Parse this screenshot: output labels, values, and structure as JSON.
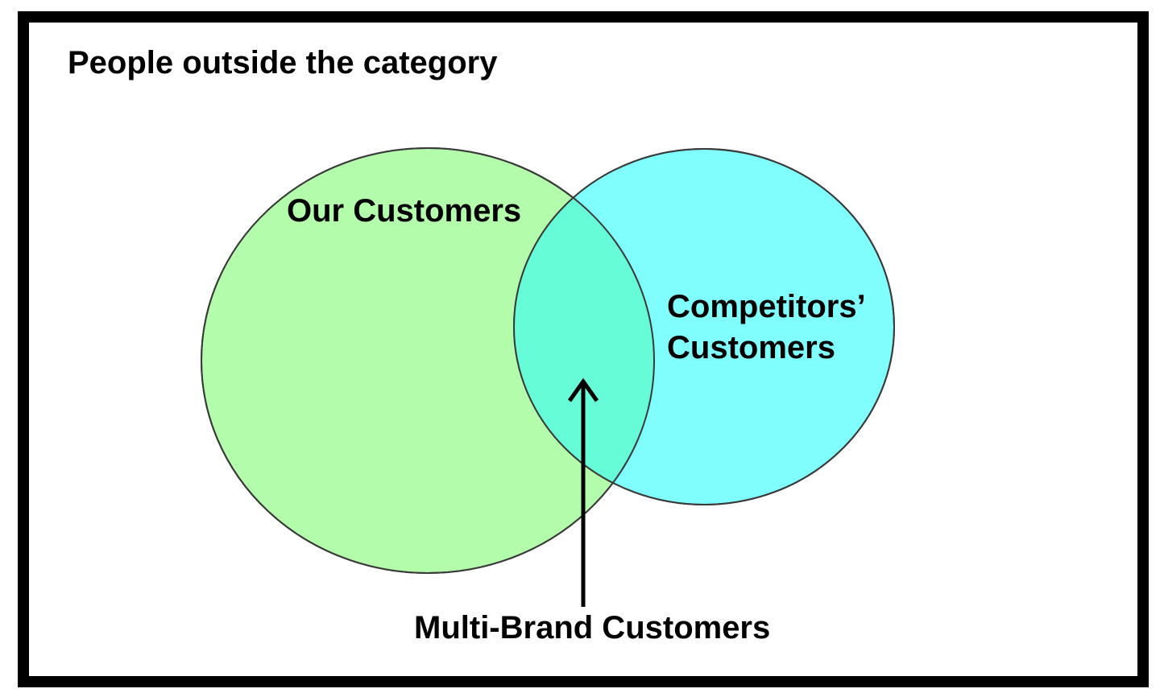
{
  "diagram": {
    "outside_label": "People outside the category",
    "sets": [
      {
        "id": "ours",
        "label": "Our Customers",
        "fill": "#b2fcab"
      },
      {
        "id": "competitors",
        "label_line1": "Competitors’",
        "label_line2": "Customers",
        "fill": "#80fdfd"
      }
    ],
    "intersection": {
      "label": "Multi-Brand Customers",
      "fill": "#66fcd8"
    },
    "frame_color": "#000000",
    "outline_color": "#3a3a3a"
  }
}
